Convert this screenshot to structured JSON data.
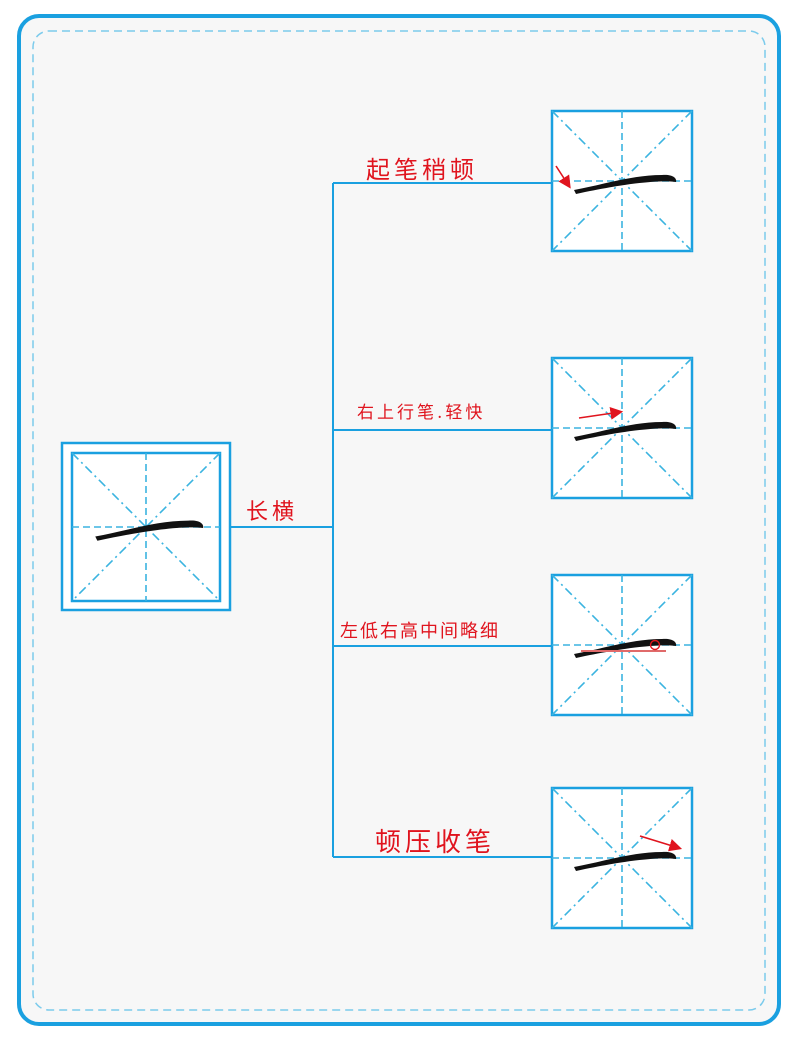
{
  "root": {
    "label": "长横"
  },
  "branches": [
    {
      "label": "起笔稍顿",
      "marker": "start-arrow"
    },
    {
      "label": "右上行笔.轻快",
      "marker": "direction-arrow"
    },
    {
      "label": "左低右高中间略细",
      "marker": "baseline-circle"
    },
    {
      "label": "顿压收笔",
      "marker": "end-arrow"
    }
  ],
  "colors": {
    "frame": "#1aa0e0",
    "guide": "#3bb4e0",
    "annotation": "#e0141e",
    "background": "#f7f7f7",
    "ink": "#111111"
  }
}
